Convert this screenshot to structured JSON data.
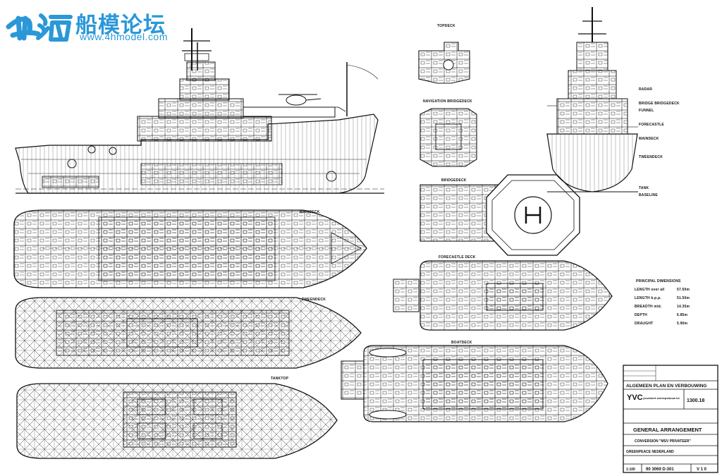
{
  "watermark": {
    "logo_text": "世海",
    "site_name": "船模论坛",
    "site_url": "www.4hmodel.com",
    "color": "#2a98d8"
  },
  "deck_labels": {
    "topdeck": "TOPDECK",
    "navigation_bridgedeck": "NAVIGATION BRIDGEDECK",
    "bridgedeck": "BRIDGEDECK",
    "forecastle_deck": "FORECASTLE DECK",
    "boatdeck": "BOATDECK",
    "maindeck": "MAINDECK",
    "tweendeck": "TWEENDECK",
    "tanktop": "TANKTOP"
  },
  "front_view_labels": [
    "RADAR",
    "BRIDGE BRIDGEDECK",
    "FUNNEL",
    "FORECASTLE",
    "MAINDECK",
    "TWEENDECK",
    "TANK",
    "BASELINE"
  ],
  "principal_dimensions": {
    "title": "PRINCIPAL DIMENSIONS",
    "rows": [
      {
        "label": "LENGTH over all",
        "value": "57.50m"
      },
      {
        "label": "LENGTH b.p.p.",
        "value": "51.50m"
      },
      {
        "label": "BREADTH mld.",
        "value": "14.35m"
      },
      {
        "label": "DEPTH",
        "value": "6.85m"
      },
      {
        "label": "DRAUGHT",
        "value": "5.90m"
      }
    ]
  },
  "title_block": {
    "header": "ALGEMEEN PLAN EN VERBOUWING",
    "company": "YVC",
    "company_sub": "ysselwerf-scheepsbouw bv",
    "drawing_no_short": "1300.18",
    "drawing_title": "GENERAL ARRANGEMENT",
    "conversion": "CONVERSION \"MSV PRIVATEER\"",
    "owner": "GREENPEACE NEDERLAND",
    "scale": "1:100",
    "drawing_number": "90 3069 D-301",
    "sheet": "V 1 0"
  }
}
